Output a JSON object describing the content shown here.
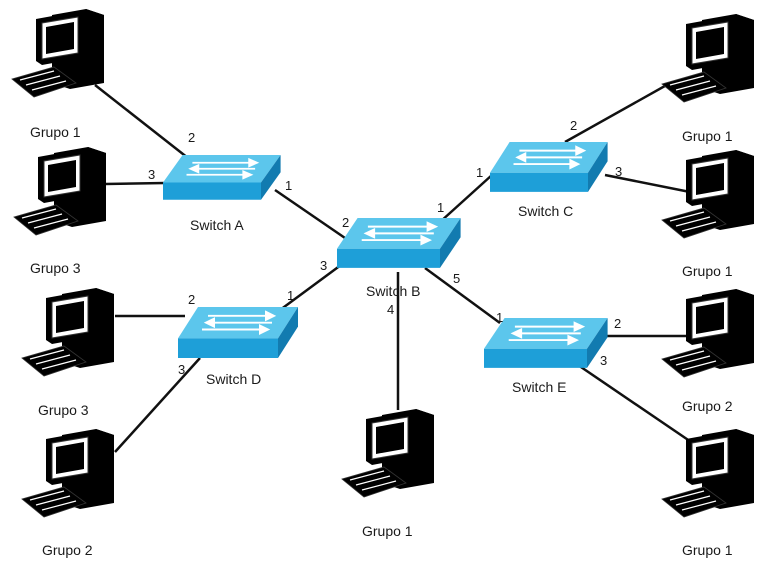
{
  "colors": {
    "green": "#8db84a",
    "green_dark": "#5c8a2a",
    "red": "#e07a70",
    "red_dark": "#b0463d",
    "blue": "#7fa3d6",
    "blue_dark": "#4a6fa8",
    "switch_top": "#5cc6ec",
    "switch_front": "#1e9fd8",
    "switch_side": "#127bb0",
    "link": "#111111"
  },
  "switches": {
    "a": {
      "label": "Switch A"
    },
    "b": {
      "label": "Switch B"
    },
    "c": {
      "label": "Switch C"
    },
    "d": {
      "label": "Switch D"
    },
    "e": {
      "label": "Switch E"
    }
  },
  "pcs": [
    {
      "id": "pc1",
      "label": "Grupo 1",
      "color": "green"
    },
    {
      "id": "pc2",
      "label": "Grupo 3",
      "color": "red"
    },
    {
      "id": "pc3",
      "label": "Grupo 3",
      "color": "red"
    },
    {
      "id": "pc4",
      "label": "Grupo 2",
      "color": "blue"
    },
    {
      "id": "pc5",
      "label": "Grupo 1",
      "color": "green"
    },
    {
      "id": "pc6",
      "label": "Grupo 1",
      "color": "green"
    },
    {
      "id": "pc7",
      "label": "Grupo 1",
      "color": "green"
    },
    {
      "id": "pc8",
      "label": "Grupo 2",
      "color": "blue"
    },
    {
      "id": "pc9",
      "label": "Grupo 1",
      "color": "green"
    }
  ],
  "ports": {
    "a1": "1",
    "a2": "2",
    "a3": "3",
    "b1": "1",
    "b2": "2",
    "b3": "3",
    "b4": "4",
    "b5": "5",
    "c1": "1",
    "c2": "2",
    "c3": "3",
    "d1": "1",
    "d2": "2",
    "d3": "3",
    "e1": "1",
    "e2": "2",
    "e3": "3"
  }
}
